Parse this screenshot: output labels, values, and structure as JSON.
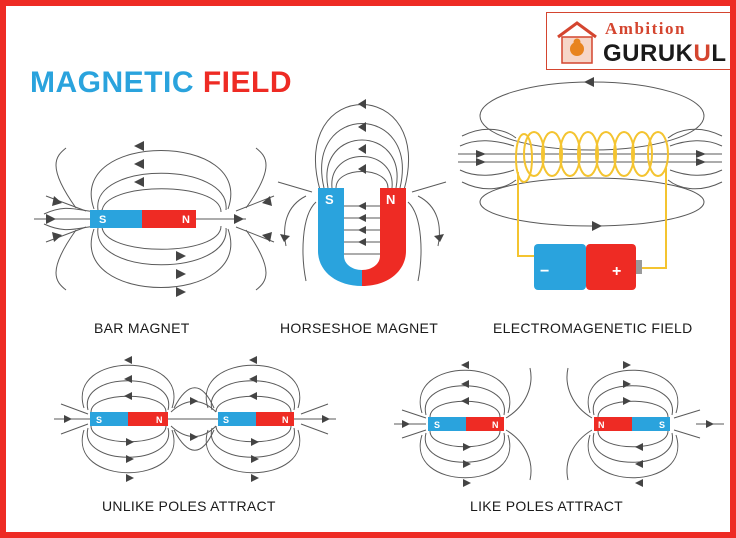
{
  "title": {
    "word1": "MAGNETIC",
    "word2": "FIELD"
  },
  "logo": {
    "line1": "Ambition",
    "line2_prefix": "GURUK",
    "line2_accent": "U",
    "line2_suffix": "L"
  },
  "panels": {
    "bar_magnet": {
      "caption": "BAR MAGNET",
      "south": "S",
      "north": "N"
    },
    "horseshoe": {
      "caption": "HORSESHOE MAGNET",
      "south": "S",
      "north": "N"
    },
    "electromagnetic": {
      "caption": "ELECTROMAGENETIC FIELD",
      "minus": "−",
      "plus": "+"
    },
    "unlike": {
      "caption": "UNLIKE POLES ATTRACT",
      "m1_s": "S",
      "m1_n": "N",
      "m2_s": "S",
      "m2_n": "N"
    },
    "like": {
      "caption": "LIKE POLES ATTRACT",
      "m1_s": "S",
      "m1_n": "N",
      "m2_n": "N",
      "m2_s": "S"
    }
  },
  "colors": {
    "frame": "#ee2b24",
    "blue": "#2aa3dd",
    "red": "#ee2b24",
    "coil": "#f4c430",
    "line": "#5a5a5a"
  }
}
